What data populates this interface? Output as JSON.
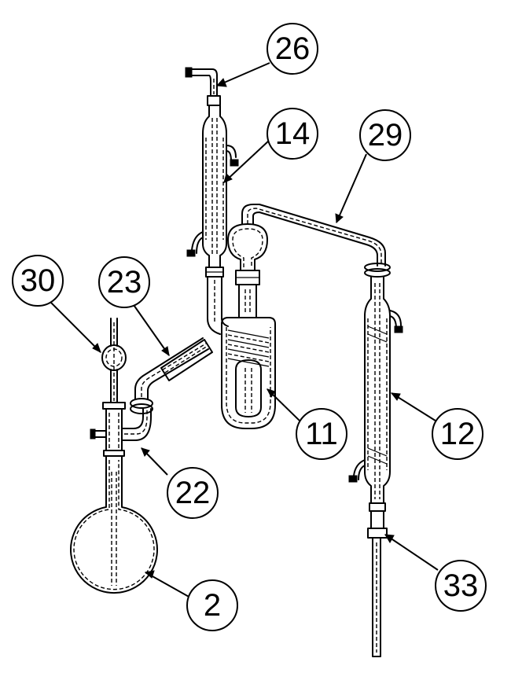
{
  "labels": [
    {
      "id": "26",
      "text": "26"
    },
    {
      "id": "14",
      "text": "14"
    },
    {
      "id": "29",
      "text": "29"
    },
    {
      "id": "30",
      "text": "30"
    },
    {
      "id": "23",
      "text": "23"
    },
    {
      "id": "11",
      "text": "11"
    },
    {
      "id": "12",
      "text": "12"
    },
    {
      "id": "22",
      "text": "22"
    },
    {
      "id": "33",
      "text": "33"
    },
    {
      "id": "2",
      "text": "2"
    }
  ]
}
